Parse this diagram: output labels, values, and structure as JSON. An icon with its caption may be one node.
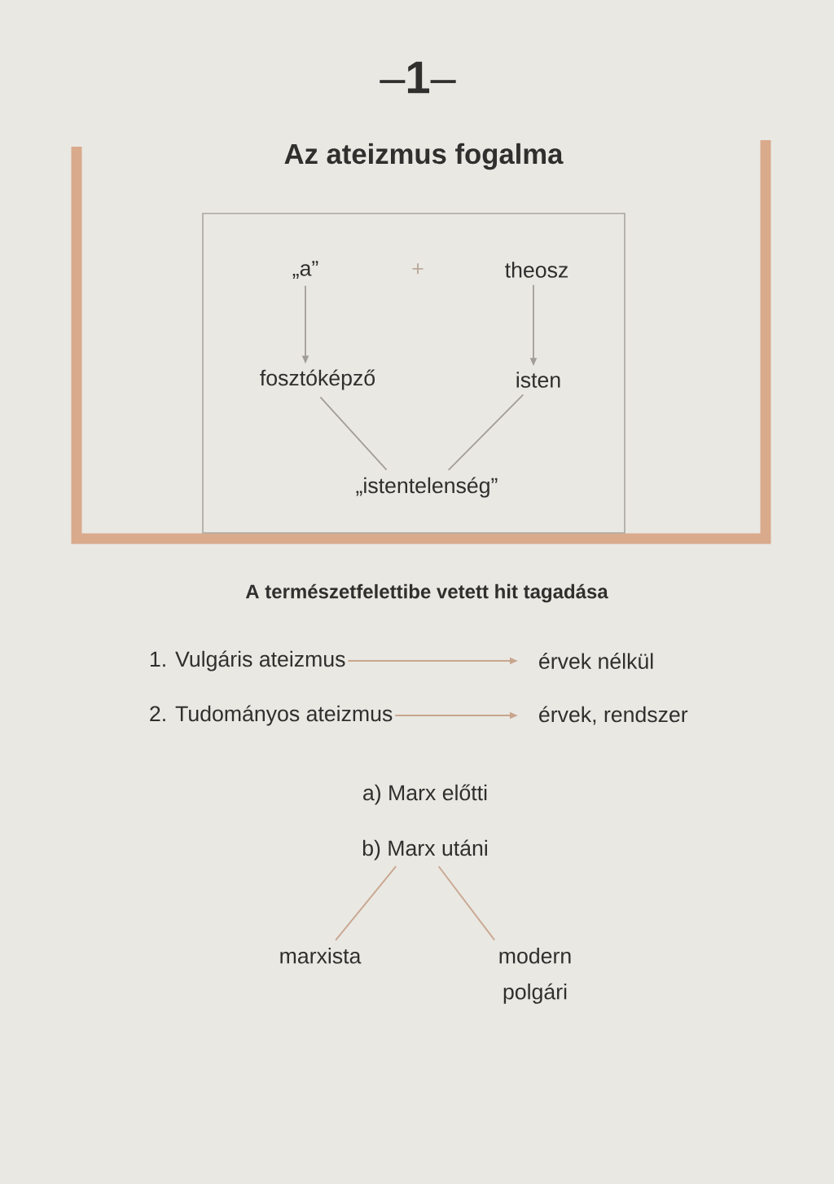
{
  "diagram": {
    "title": "Az ateizmus fogalma",
    "nodes": [
      {
        "text": [],
        "shape": "box"
      },
      {
        "text": [
          "„a”"
        ],
        "in": 0
      },
      {
        "text": [
          "theosz"
        ],
        "in": 0
      },
      {
        "text": [
          "fosztóképző"
        ],
        "in": 0
      },
      {
        "text": [
          "isten"
        ],
        "in": 0
      },
      {
        "text": [
          "„istentelenség”"
        ],
        "in": 0
      },
      {
        "text": [
          "1. Vulgáris ateizmus"
        ]
      },
      {
        "text": [
          "érvek nélkül"
        ]
      },
      {
        "text": [
          "2. Tudományos ateizmus"
        ]
      },
      {
        "text": [
          "érvek, rendszer"
        ]
      },
      {
        "text": [
          "a) Marx előtti"
        ]
      },
      {
        "text": [
          "b) Marx utáni"
        ]
      },
      {
        "text": [
          "marxista"
        ]
      },
      {
        "text": [
          "modern polgári"
        ]
      }
    ],
    "edges": [
      {
        "from": 1,
        "to": 3,
        "arrow": "to",
        "color": "#a29d97"
      },
      {
        "from": 2,
        "to": 4,
        "arrow": "to",
        "color": "#a29d97"
      },
      {
        "from": 3,
        "to": 5,
        "arrow": "none",
        "color": "#a29d97"
      },
      {
        "from": 4,
        "to": 5,
        "arrow": "none",
        "color": "#a29d97"
      },
      {
        "from": 6,
        "to": 7,
        "arrow": "to"
      },
      {
        "from": 8,
        "to": 9,
        "arrow": "to"
      },
      {
        "from": 11,
        "to": 12,
        "arrow": "none"
      },
      {
        "from": 11,
        "to": 13,
        "arrow": "none"
      }
    ],
    "labels": [
      "–**1**–",
      "+",
      "A természetfelettibe vetett hit tagadása"
    ]
  }
}
